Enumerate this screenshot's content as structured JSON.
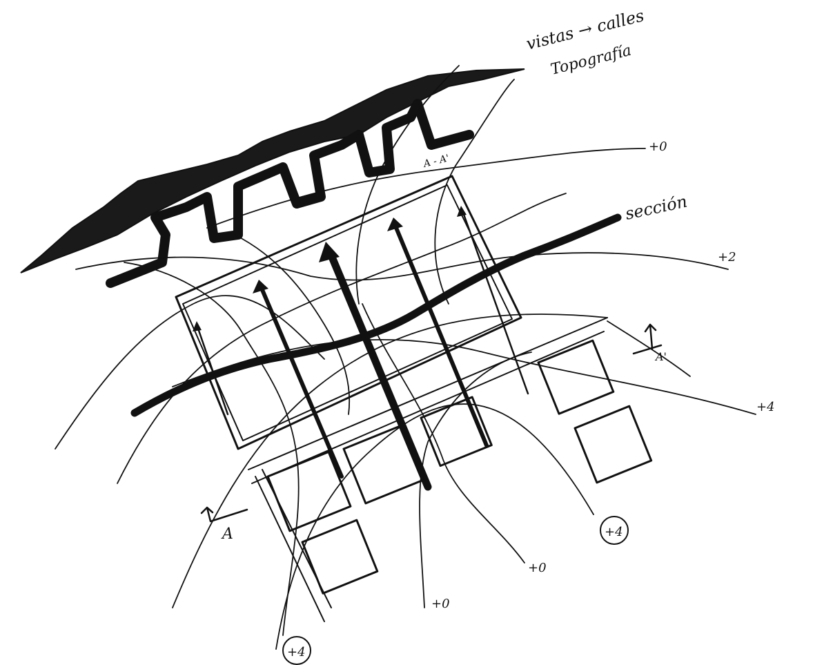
{
  "labels": {
    "note_line1": "vistas → calles",
    "note_line2": "Topografía",
    "section_label": "sección",
    "section_mark_top": "A - A'",
    "section_mark_a": "A",
    "section_mark_a_prime": "A'",
    "contour_top": "+0",
    "contour_mid": "+2",
    "contour_right": "+4",
    "contour_bottom_1": "+0",
    "contour_bottom_2": "+0",
    "circled_right": "+4",
    "circled_left": "+4"
  },
  "colors": {
    "ink": "#111111",
    "paper": "#ffffff"
  }
}
